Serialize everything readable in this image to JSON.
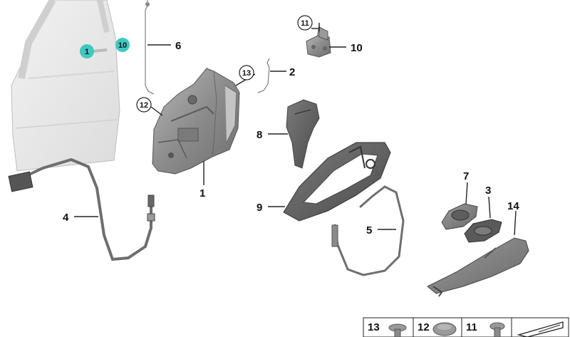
{
  "callouts": [
    {
      "id": "1",
      "style": "highlight"
    },
    {
      "id": "10",
      "style": "highlight"
    },
    {
      "id": "6",
      "style": "plain"
    },
    {
      "id": "13",
      "style": "circle"
    },
    {
      "id": "12",
      "style": "circle"
    },
    {
      "id": "11",
      "style": "circle"
    },
    {
      "id": "10",
      "style": "plain"
    },
    {
      "id": "2",
      "style": "plain"
    },
    {
      "id": "8",
      "style": "plain"
    },
    {
      "id": "1",
      "style": "plain"
    },
    {
      "id": "9",
      "style": "plain"
    },
    {
      "id": "4",
      "style": "plain"
    },
    {
      "id": "5",
      "style": "plain"
    },
    {
      "id": "7",
      "style": "plain"
    },
    {
      "id": "3",
      "style": "plain"
    },
    {
      "id": "14",
      "style": "plain"
    }
  ],
  "legend_cells": [
    "13",
    "12",
    "11"
  ],
  "colors": {
    "highlight": "#3fc9c0",
    "part_gray": "#8a8a8a",
    "door_panel": "#e6e6e6",
    "cable": "#6e6e6e"
  }
}
